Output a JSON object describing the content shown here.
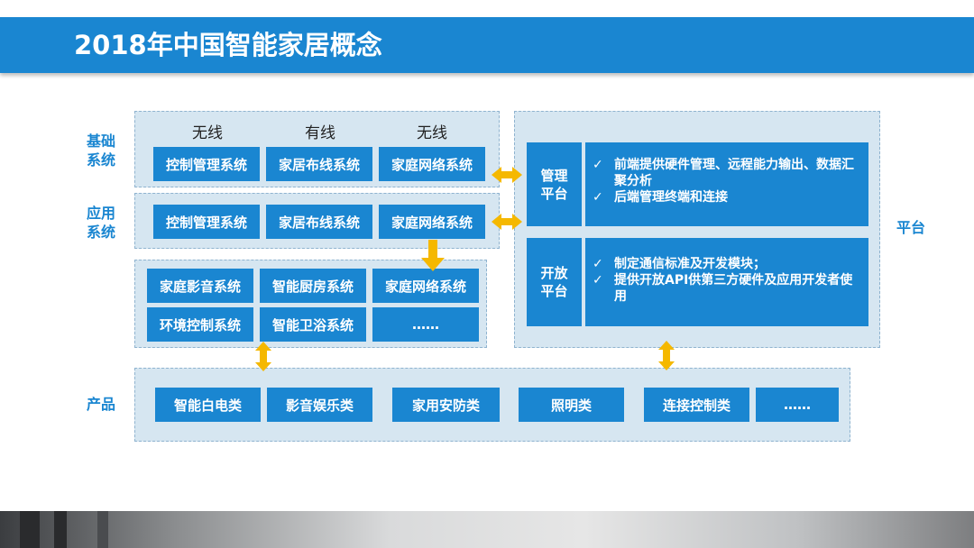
{
  "title": "2018年中国智能家居概念",
  "side_labels": {
    "basic": "基础\n系统",
    "application": "应用\n系统",
    "product": "产品",
    "platform": "平台"
  },
  "column_headers": [
    "无线",
    "有线",
    "无线"
  ],
  "basic_systems": [
    "控制管理系统",
    "家居布线系统",
    "家庭网络系统"
  ],
  "application_systems": [
    "控制管理系统",
    "家居布线系统",
    "家庭网络系统"
  ],
  "subsystems": [
    "家庭影音系统",
    "智能厨房系统",
    "家庭网络系统",
    "环境控制系统",
    "智能卫浴系统",
    "……"
  ],
  "platform": {
    "management": {
      "label": "管理\n平台",
      "items": [
        "前端提供硬件管理、远程能力输出、数据汇聚分析",
        "后端管理终端和连接"
      ]
    },
    "open": {
      "label": "开放\n平台",
      "items": [
        "制定通信标准及开发模块；",
        "提供开放API供第三方硬件及应用开发者使用"
      ]
    }
  },
  "products": [
    "智能白电类",
    "影音娱乐类",
    "家用安防类",
    "照明类",
    "连接控制类",
    "……"
  ],
  "icons": {
    "check": "check-icon",
    "arrow": "double-arrow-icon"
  },
  "colors": {
    "accent": "#1a86d1",
    "panel": "#d6e6f1",
    "arrow": "#f5b800"
  }
}
